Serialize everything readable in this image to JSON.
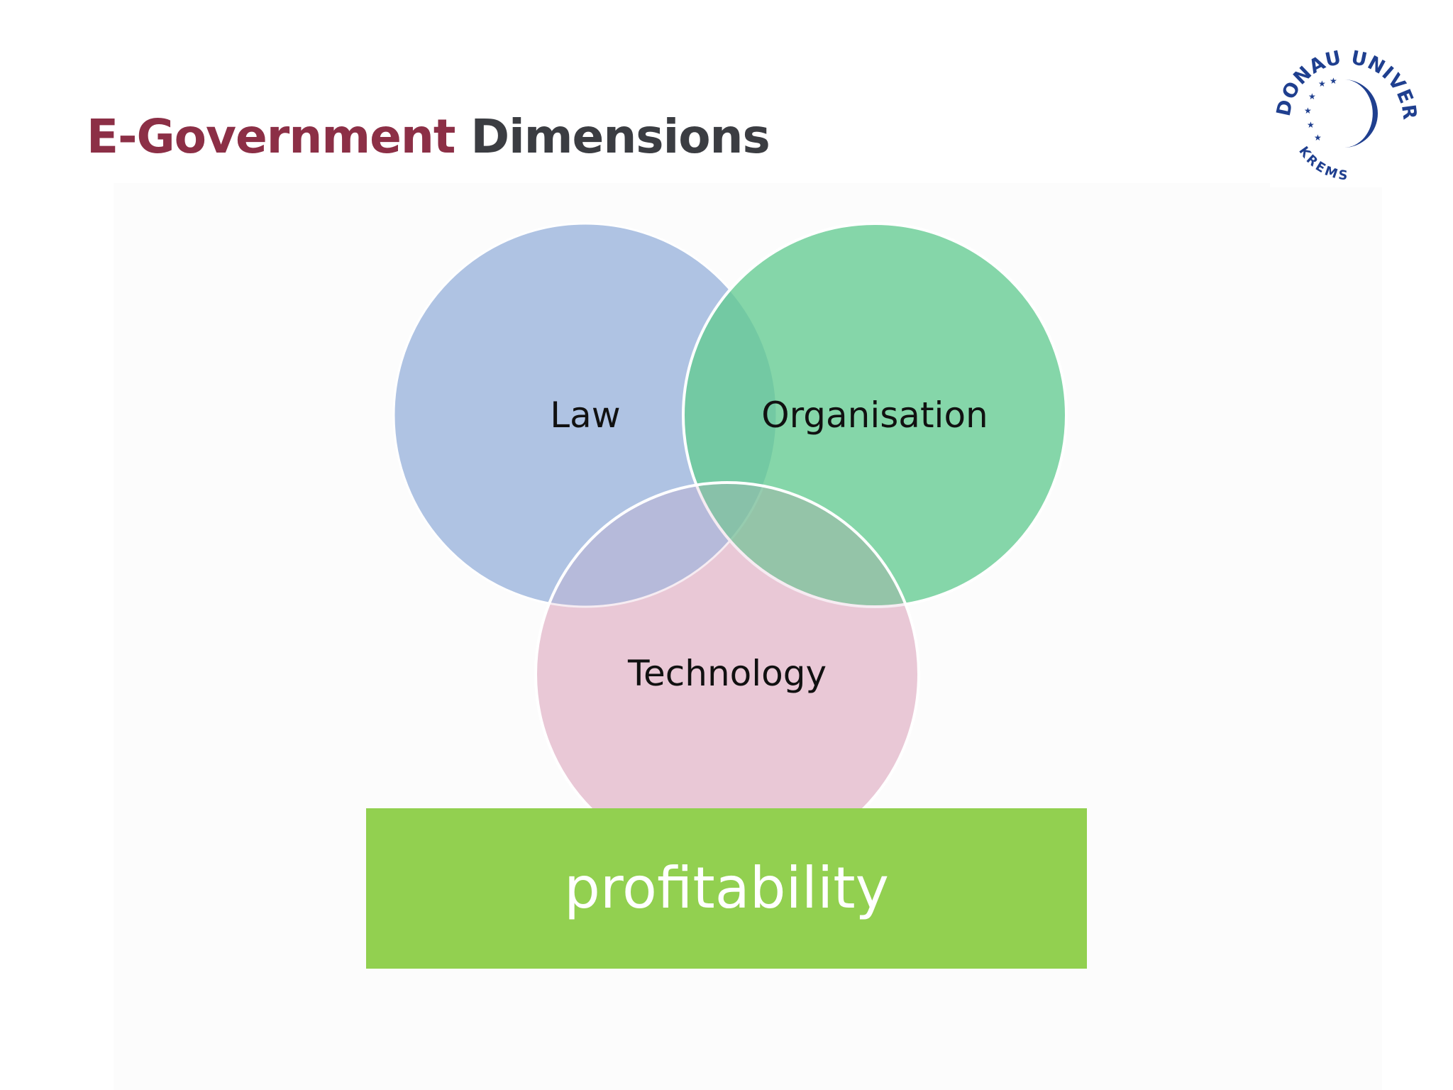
{
  "slide": {
    "title_accent": "E-Government",
    "title_rest": "Dimensions"
  },
  "logo": {
    "top_text": "DONAU UNIVERSITÄT",
    "bottom_text": "KREMS",
    "colors": {
      "primary": "#1f3f8f"
    }
  },
  "diagram": {
    "circles": [
      {
        "id": "law",
        "label": "Law",
        "color": "#a6bce0"
      },
      {
        "id": "organisation",
        "label": "Organisation",
        "color": "#7fd6a6"
      },
      {
        "id": "technology",
        "label": "Technology",
        "color": "#eecdd8"
      }
    ],
    "base_label": "profitability",
    "base_color": "#92d050"
  },
  "colors": {
    "title_accent": "#8c2f46",
    "title_rest": "#3b3d42"
  }
}
